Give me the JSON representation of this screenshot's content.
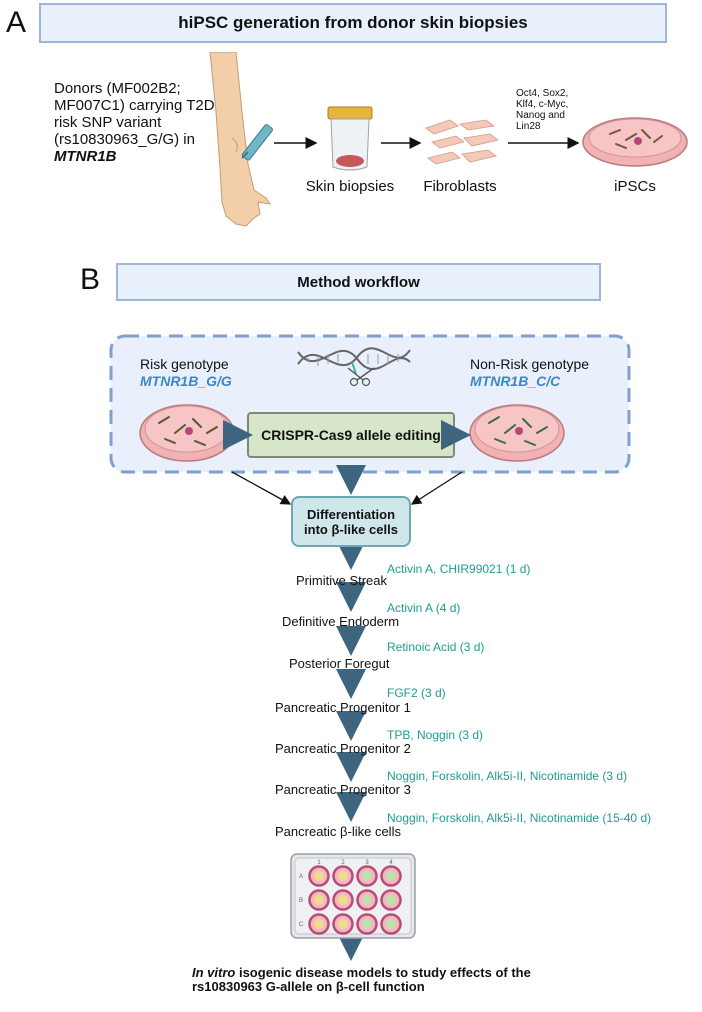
{
  "panel_a": {
    "letter": "A",
    "title": "hiPSC generation from donor skin biopsies",
    "donor_text": "Donors (MF002B2; MF007C1) carrying T2D risk SNP variant (rs10830963_G/G) in",
    "donor_gene": "MTNR1B",
    "labels": {
      "skin_biopsies": "Skin biopsies",
      "fibroblasts": "Fibroblasts",
      "ipscs": "iPSCs"
    },
    "reprogramming_factors": "Oct4, Sox2, Klf4, c-Myc, Nanog and Lin28"
  },
  "panel_b": {
    "letter": "B",
    "title": "Method workflow",
    "risk": {
      "label": "Risk genotype",
      "genotype": "MTNR1B_G/G"
    },
    "nonrisk": {
      "label": "Non-Risk genotype",
      "genotype": "MTNR1B_C/C"
    },
    "crispr_label": "CRISPR-Cas9 allele editing",
    "differentiation_label_1": "Differentiation",
    "differentiation_label_2": "into β-like cells",
    "steps": [
      {
        "condition": "Activin A, CHIR99021 (1 d)",
        "stage": "Primitive Streak"
      },
      {
        "condition": "Activin A (4 d)",
        "stage": "Definitive Endoderm"
      },
      {
        "condition": "Retinoic Acid (3 d)",
        "stage": "Posterior Foregut"
      },
      {
        "condition": "FGF2 (3 d)",
        "stage": "Pancreatic Progenitor 1"
      },
      {
        "condition": "TPB, Noggin (3 d)",
        "stage": "Pancreatic Progenitor 2"
      },
      {
        "condition": "Noggin, Forskolin, Alk5i-II, Nicotinamide (3 d)",
        "stage": "Pancreatic Progenitor 3"
      },
      {
        "condition": "Noggin, Forskolin, Alk5i-II, Nicotinamide (15-40 d)",
        "stage": "Pancreatic β-like cells"
      }
    ],
    "plate": {
      "columns": [
        "1",
        "2",
        "3",
        "4"
      ],
      "rows": [
        "A",
        "B",
        "C"
      ]
    },
    "final_italic": "In vitro",
    "final_rest": "isogenic disease models to study effects of the rs10830963 G-allele on β-cell function"
  },
  "colors": {
    "title_box_fill": "#e8f0fb",
    "genotype_blue": "#3f86c6",
    "condition_teal": "#1f9e8e",
    "crispr_fill": "#d7e6c8",
    "diff_box_fill": "#cfe6ea",
    "arrow_blue": "#3d6580",
    "dish_pink": "#f3a3a6"
  }
}
